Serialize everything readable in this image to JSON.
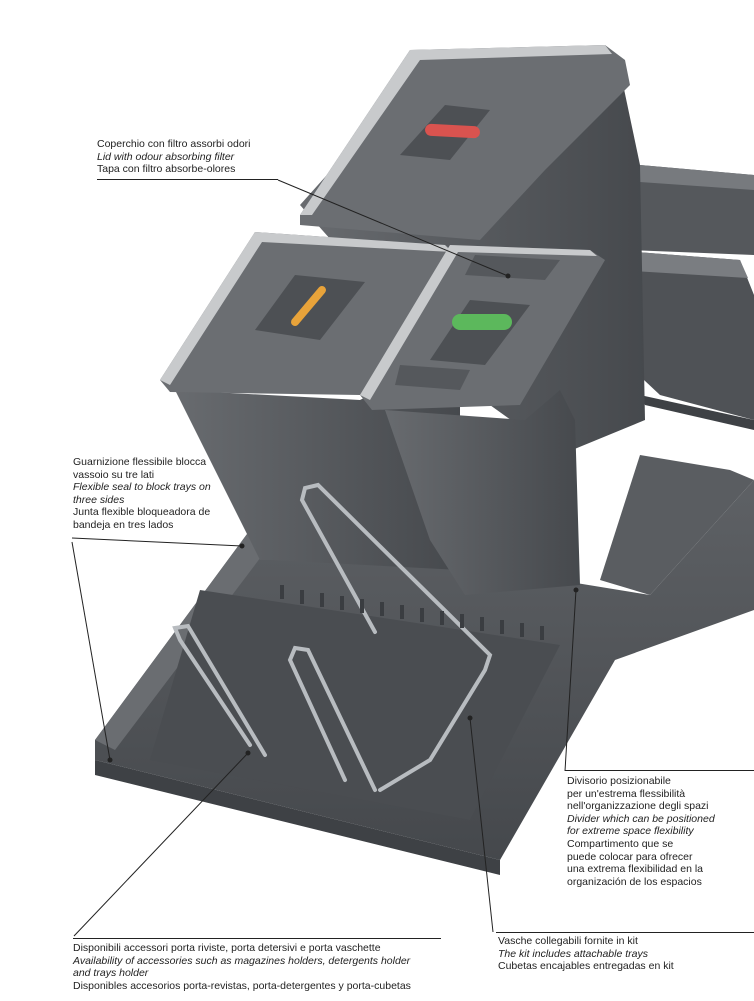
{
  "callouts": {
    "lid": {
      "it": "Coperchio con filtro assorbi odori",
      "en": "Lid with odour absorbing filter",
      "es": "Tapa con filtro absorbe-olores"
    },
    "seal": {
      "it": [
        "Guarnizione flessibile blocca",
        "vassoio su tre lati"
      ],
      "en": [
        "Flexible seal to block trays on",
        "three sides"
      ],
      "es": [
        "Junta flexible bloqueadora de",
        "bandeja en tres lados"
      ]
    },
    "divider": {
      "it": [
        "Divisorio posizionabile",
        "per un'estrema flessibilità",
        "nell'organizzazione degli spazi"
      ],
      "en": [
        "Divider which can be positioned",
        "for extreme space flexibility"
      ],
      "es": [
        "Compartimento que se",
        "puede colocar para ofrecer",
        "una extrema flexibilidad en la",
        "organización de los espacios"
      ]
    },
    "accessories": {
      "it": "Disponibili accessori porta riviste, porta detersivi e porta vaschette",
      "en": [
        "Availability of accessories such as magazines holders, detergents holder",
        "and trays holder"
      ],
      "es": "Disponibles accesorios porta-revistas, porta-detergentes y porta-cubetas"
    },
    "trays": {
      "it": "Vasche collegabili fornite in kit",
      "en": "The kit includes attachable trays",
      "es": "Cubetas encajables entregadas en kit"
    }
  },
  "colors": {
    "bin_body": "#5d6064",
    "bin_body_dark": "#4a4d51",
    "lid": "#6b6e72",
    "lid_rim": "#c8cacc",
    "handle_red": "#d9534f",
    "handle_orange": "#e8a33a",
    "handle_green": "#5cb85c",
    "tray": "#54575b",
    "wire": "#b8bcc0"
  }
}
